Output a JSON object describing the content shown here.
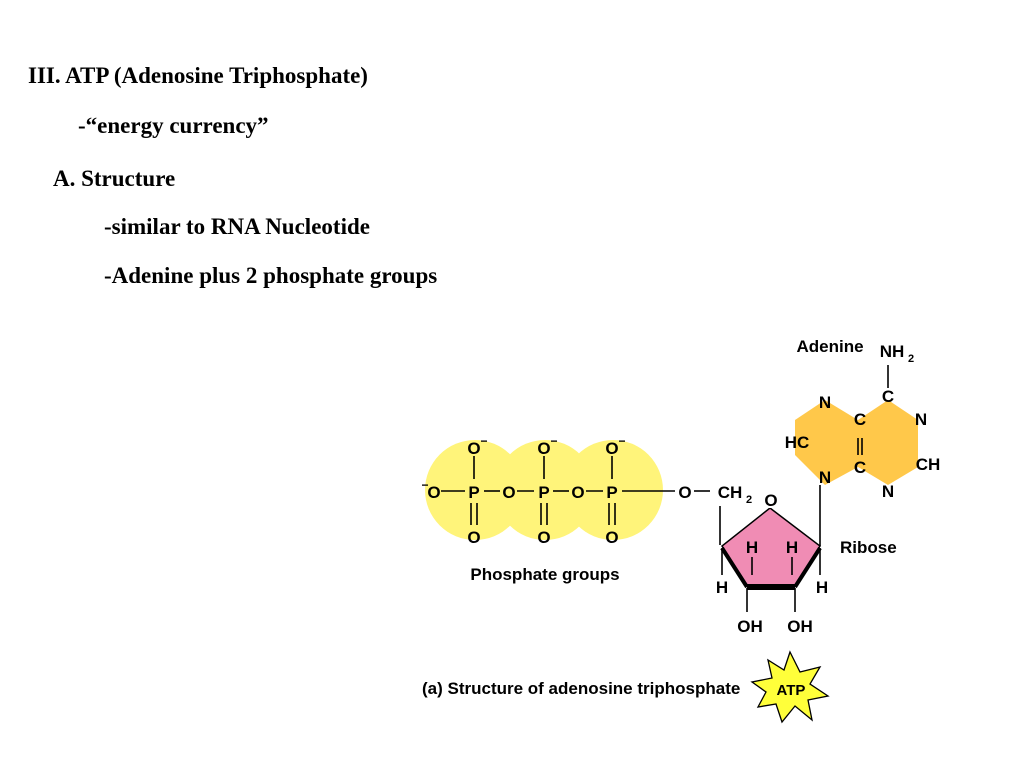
{
  "slide": {
    "heading": "III.  ATP (Adenosine Triphosphate)",
    "subheading": "-“energy currency”",
    "section": "A. Structure",
    "bullets": [
      "-similar to RNA Nucleotide",
      "-Adenine plus 2 phosphate groups"
    ]
  },
  "figure": {
    "adenine_label": "Adenine",
    "ribose_label": "Ribose",
    "phosphate_label": "Phosphate groups",
    "caption": "(a) Structure of adenosine triphosphate",
    "badge": "ATP",
    "colors": {
      "phosphate": "#FFF47A",
      "ribose": "#F08CB4",
      "adenine": "#FFC84A"
    }
  }
}
